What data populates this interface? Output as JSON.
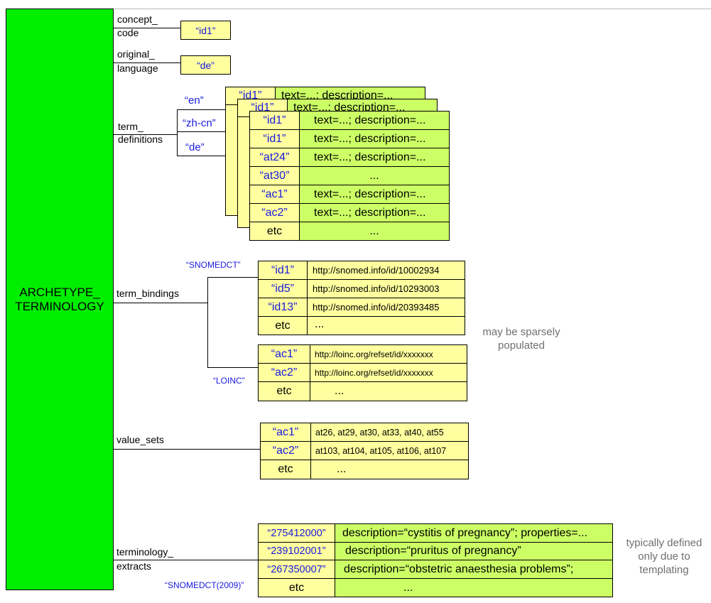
{
  "main": {
    "title_line1": "ARCHETYPE_",
    "title_line2": "TERMINOLOGY"
  },
  "concept_code": {
    "label1": "concept_",
    "label2": "code",
    "value": "“id1”"
  },
  "original_language": {
    "label1": "original_",
    "label2": "language",
    "value": "“de”"
  },
  "term_definitions": {
    "label1": "term_",
    "label2": "definitions",
    "languages": [
      "“en”",
      "“zh-cn”",
      "“de”"
    ],
    "back_rows": [
      {
        "code": "“id1”",
        "text": "text=...; description=..."
      },
      {
        "code": "“id1”",
        "text": "text=...; description=..."
      }
    ],
    "rows": [
      {
        "code": "“id1”",
        "text": "text=...; description=..."
      },
      {
        "code": "“id1”",
        "text": "text=...; description=..."
      },
      {
        "code": "“at24”",
        "text": "text=...; description=..."
      },
      {
        "code": "“at30”",
        "text": "..."
      },
      {
        "code": "“ac1”",
        "text": "text=...; description=..."
      },
      {
        "code": "“ac2”",
        "text": "text=...; description=..."
      },
      {
        "code": "etc",
        "text": "..."
      }
    ]
  },
  "term_bindings": {
    "label": "term_bindings",
    "snomed_label": "“SNOMEDCT”",
    "snomed_rows": [
      {
        "code": "“id1”",
        "text": "http://snomed.info/id/10002934"
      },
      {
        "code": "“id5”",
        "text": "http://snomed.info/id/10293003"
      },
      {
        "code": "“id13”",
        "text": "http://snomed.info/id/20393485"
      },
      {
        "code": "etc",
        "text": "..."
      }
    ],
    "loinc_label": "“LOINC”",
    "loinc_rows": [
      {
        "code": "“ac1”",
        "text": "http://loinc.org/refset/id/xxxxxxx"
      },
      {
        "code": "“ac2”",
        "text": "http://loinc.org/refset/id/xxxxxxx"
      },
      {
        "code": "etc",
        "text": "..."
      }
    ],
    "note_line1": "may be sparsely",
    "note_line2": "populated"
  },
  "value_sets": {
    "label": "value_sets",
    "rows": [
      {
        "code": "“ac1”",
        "text": "at26, at29, at30, at33, at40, at55"
      },
      {
        "code": "“ac2”",
        "text": "at103, at104, at105, at106, at107"
      },
      {
        "code": "etc",
        "text": "..."
      }
    ]
  },
  "terminology_extracts": {
    "label1": "terminology_",
    "label2": "extracts",
    "source_label": "“SNOMEDCT(2009)”",
    "rows": [
      {
        "code": "“275412000”",
        "text": "description=“cystitis of pregnancy”; properties=..."
      },
      {
        "code": "“239102001”",
        "text": "description=“pruritus of pregnancy”"
      },
      {
        "code": "“267350007”",
        "text": "description=“obstetric anaesthesia problems”;"
      },
      {
        "code": "etc",
        "text": "..."
      }
    ],
    "note_line1": "typically defined",
    "note_line2": "only due to",
    "note_line3": "templating"
  },
  "colors": {
    "main_box": "#00ee00",
    "definition_rows": "#ccff66",
    "binding_rows": "#ffff9f",
    "code_text": "#1a1adf"
  }
}
